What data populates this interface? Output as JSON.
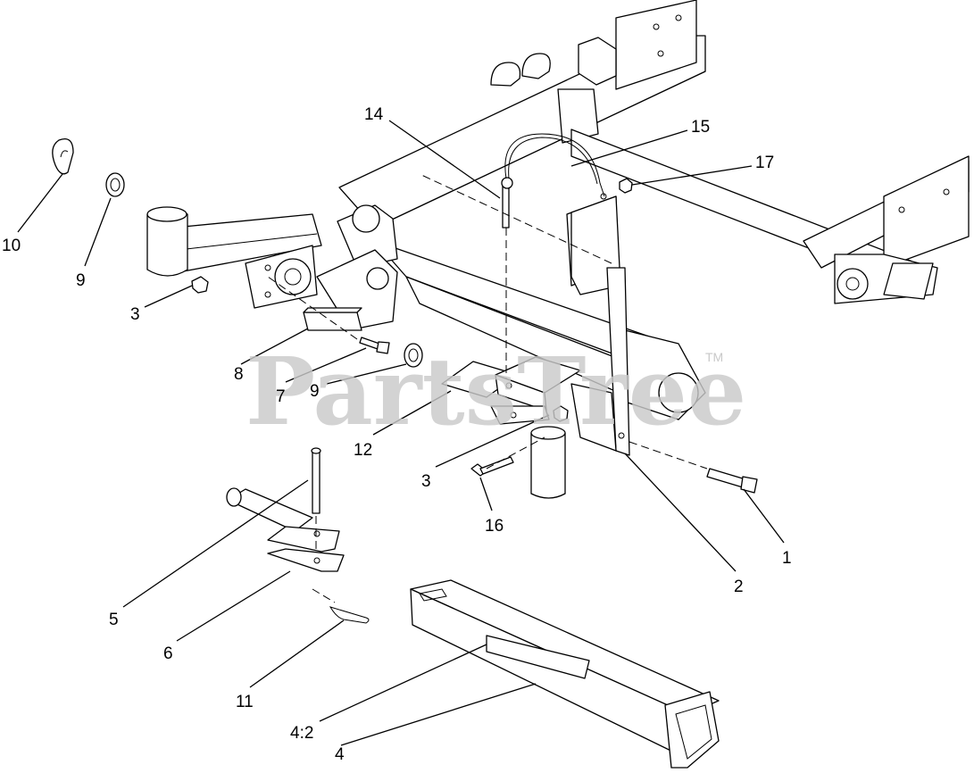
{
  "watermark": {
    "text": "PartsTree",
    "trademark": "TM"
  },
  "callouts": [
    {
      "id": "c14",
      "label": "14"
    },
    {
      "id": "c15",
      "label": "15"
    },
    {
      "id": "c17",
      "label": "17"
    },
    {
      "id": "c10",
      "label": "10"
    },
    {
      "id": "c9a",
      "label": "9"
    },
    {
      "id": "c3a",
      "label": "3"
    },
    {
      "id": "c8",
      "label": "8"
    },
    {
      "id": "c7",
      "label": "7"
    },
    {
      "id": "c9b",
      "label": "9"
    },
    {
      "id": "c12",
      "label": "12"
    },
    {
      "id": "c3b",
      "label": "3"
    },
    {
      "id": "c16",
      "label": "16"
    },
    {
      "id": "c1",
      "label": "1"
    },
    {
      "id": "c2",
      "label": "2"
    },
    {
      "id": "c5",
      "label": "5"
    },
    {
      "id": "c6",
      "label": "6"
    },
    {
      "id": "c11",
      "label": "11"
    },
    {
      "id": "c4_2",
      "label": "4:2"
    },
    {
      "id": "c4",
      "label": "4"
    }
  ]
}
